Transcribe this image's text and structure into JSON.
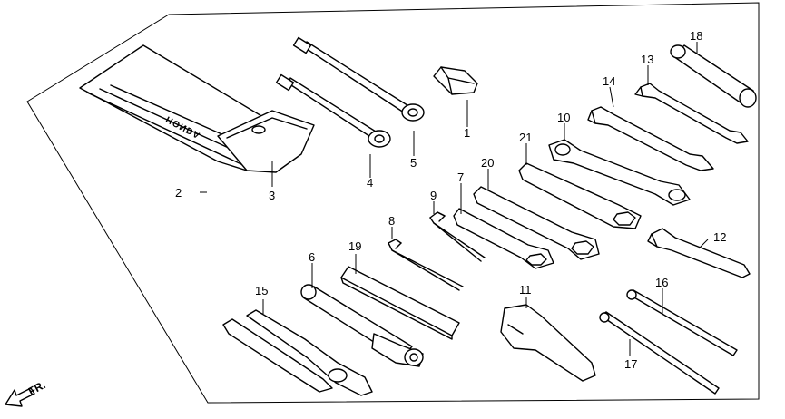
{
  "diagram": {
    "orientation_label": "FR.",
    "brand_text": "HONDA",
    "part_numbers": [
      "1",
      "2",
      "3",
      "4",
      "5",
      "6",
      "7",
      "8",
      "9",
      "10",
      "11",
      "12",
      "13",
      "14",
      "15",
      "16",
      "17",
      "18",
      "19",
      "20",
      "21"
    ]
  }
}
